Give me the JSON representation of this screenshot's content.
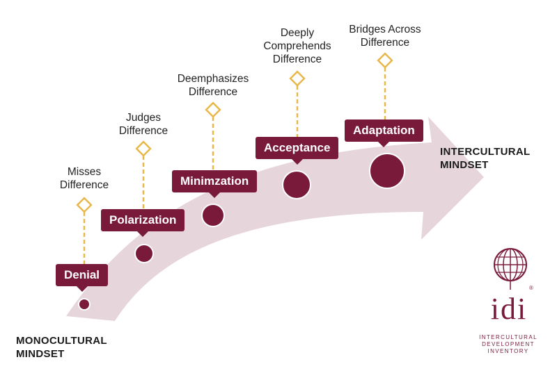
{
  "colors": {
    "primary": "#7a1a3a",
    "arrow": "#e7d5dc",
    "connector": "#e9b84a"
  },
  "stages": [
    {
      "label": "Denial",
      "description": "Misses\nDifference"
    },
    {
      "label": "Polarization",
      "description": "Judges\nDifference"
    },
    {
      "label": "Minimzation",
      "description": "Deemphasizes\nDifference"
    },
    {
      "label": "Acceptance",
      "description": "Deeply\nComprehends\nDifference"
    },
    {
      "label": "Adaptation",
      "description": "Bridges Across\nDifference"
    }
  ],
  "start_label": "MONOCULTURAL\nMINDSET",
  "end_label": "INTERCULTURAL\nMINDSET",
  "logo": {
    "word": "idi",
    "tagline": "INTERCULTURAL\nDEVELOPMENT\nINVENTORY",
    "registered": "®",
    "icon": "globe-icon"
  }
}
